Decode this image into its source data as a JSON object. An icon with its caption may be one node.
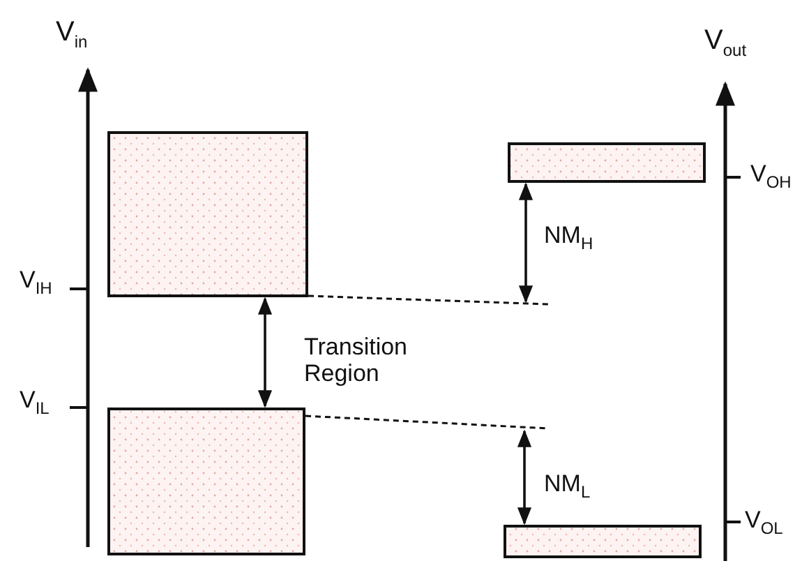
{
  "diagram": {
    "labels": [
      "V$_{in}$",
      "V$_{out}$",
      "V$_{OH}$",
      "NM$_{H}$",
      "V$_{IH}$",
      "Transition Region",
      "V$_{IL}$",
      "NM$_{L}$",
      "V$_{OL}$"
    ]
  }
}
